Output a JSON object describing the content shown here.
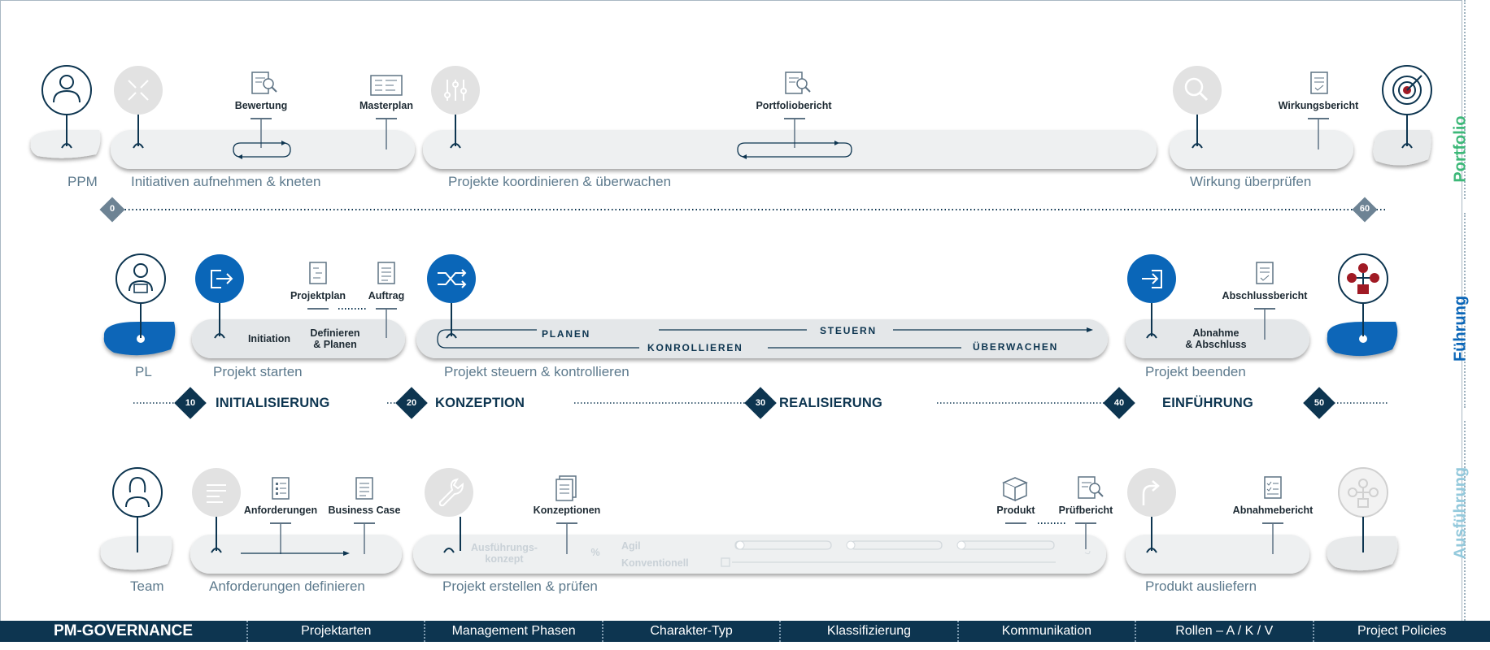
{
  "colors": {
    "navy": "#0d3550",
    "blue": "#0a66b8",
    "green": "#3cb878",
    "lightblue": "#93c9dc",
    "slate": "#5e7384",
    "red": "#a01a24",
    "pillgray": "#e4e7e9",
    "icongray": "#e2e2e2"
  },
  "lanes": {
    "portfolio": "Portfolio",
    "fuehrung": "Führung",
    "ausfuehrung": "Ausführung"
  },
  "row1": {
    "role": "PPM",
    "groups": [
      "Initiativen aufnehmen & kneten",
      "Projekte koordinieren & überwachen",
      "Wirkung überprüfen"
    ],
    "docs": [
      "Bewertung",
      "Masterplan",
      "Portfoliobericht",
      "Wirkungsbericht"
    ],
    "icons": [
      "compress-icon",
      "sliders-icon",
      "search-icon",
      "target-icon"
    ],
    "milestones": [
      "0",
      "60"
    ]
  },
  "row2": {
    "role": "PL",
    "groups": [
      "Projekt starten",
      "Projekt steuern & kontrollieren",
      "Projekt beenden"
    ],
    "docs": [
      "Projektplan",
      "Auftrag",
      "Abschlussbericht"
    ],
    "pill_initiation": "Initiation",
    "pill_definieren": "Definieren\n& Planen",
    "pill_abnahme": "Abnahme\n& Abschluss",
    "flow": [
      "PLANEN",
      "STEUERN",
      "KONROLLIEREN",
      "ÜBERWACHEN"
    ]
  },
  "phases": [
    {
      "num": "10",
      "label": "INITIALISIERUNG"
    },
    {
      "num": "20",
      "label": "KONZEPTION"
    },
    {
      "num": "30",
      "label": "REALISIERUNG"
    },
    {
      "num": "40",
      "label": "EINFÜHRUNG"
    },
    {
      "num": "50",
      "label": ""
    }
  ],
  "row3": {
    "role": "Team",
    "groups": [
      "Anforderungen definieren",
      "Projekt erstellen & prüfen",
      "Produkt ausliefern"
    ],
    "docs": [
      "Anforderungen",
      "Business Case",
      "Konzeptionen",
      "Produkt",
      "Prüfbericht",
      "Abnahmebericht"
    ],
    "faint": {
      "ausfuehrung": "Ausführungs-\nkonzept",
      "percent": "%",
      "agil": "Agil",
      "konventionell": "Konventionell"
    }
  },
  "footer": [
    "PM-GOVERNANCE",
    "Projektarten",
    "Management Phasen",
    "Charakter-Typ",
    "Klassifizierung",
    "Kommunikation",
    "Rollen – A / K / V",
    "Project Policies"
  ]
}
